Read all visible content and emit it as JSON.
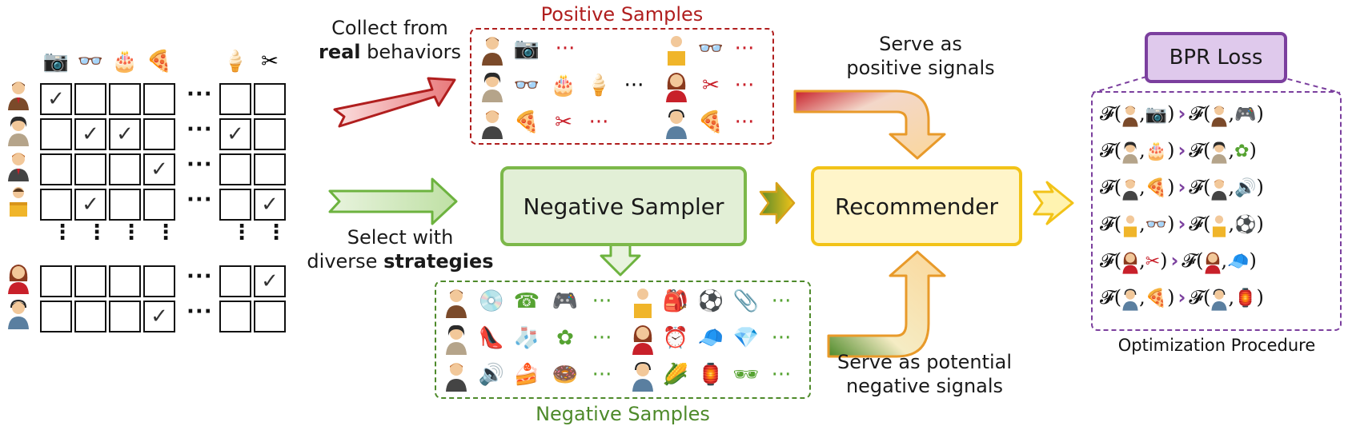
{
  "labels": {
    "collect_line1": "Collect from",
    "collect_bold": "real",
    "collect_line2_rest": " behaviors",
    "select_line1": "Select with",
    "select_line2_pre": "diverse ",
    "select_bold": "strategies",
    "positive_samples": "Positive Samples",
    "negative_samples": "Negative Samples",
    "negative_sampler": "Negative Sampler",
    "recommender": "Recommender",
    "serve_positive_1": "Serve as",
    "serve_positive_2": "positive signals",
    "serve_negative_1": "Serve as potential",
    "serve_negative_2": "negative signals",
    "bpr_loss": "BPR Loss",
    "optimization": "Optimization Procedure",
    "ellipsis": "···",
    "vdots": "⋮",
    "check": "✓",
    "func": "𝓕(",
    "comma": ",",
    "close": ")",
    "gt": "›"
  },
  "header_icons": [
    "camera-icon",
    "glasses-icon",
    "cake-icon",
    "pizza-icon",
    "ice-cream-icon",
    "scissors-icon"
  ],
  "header_glyphs": [
    "📷",
    "👓",
    "🎂",
    "🍕",
    "🍦",
    "✂"
  ],
  "colors": {
    "red": "#c8202a",
    "dark_red": "#b01e1e",
    "green": "#56a332",
    "dark_green": "#4e8a2a",
    "yellow": "#f2c318",
    "purple": "#7b3f9e"
  },
  "matrix_checks": [
    [
      1,
      0,
      0,
      0,
      0,
      0
    ],
    [
      0,
      1,
      1,
      0,
      1,
      0
    ],
    [
      0,
      0,
      0,
      1,
      0,
      0
    ],
    [
      0,
      1,
      0,
      0,
      0,
      1
    ],
    [
      0,
      0,
      0,
      0,
      0,
      1
    ],
    [
      0,
      0,
      0,
      1,
      0,
      0
    ]
  ],
  "positive_items": {
    "row1_left": [
      "📷",
      "···"
    ],
    "row1_right": [
      "👓",
      "···"
    ],
    "row2_left": [
      "👓",
      "🎂",
      "🍦",
      "···"
    ],
    "row2_right": [
      "✂",
      "···"
    ],
    "row3_left": [
      "🍕",
      "✂",
      "···"
    ],
    "row3_right": [
      "🍕",
      "···"
    ]
  },
  "negative_items": {
    "row1_left": [
      "💿",
      "☎",
      "🎮",
      "···"
    ],
    "row1_right": [
      "🎒",
      "⚽",
      "📎",
      "···"
    ],
    "row2_left": [
      "👠",
      "🧦",
      "✿",
      "···"
    ],
    "row2_right": [
      "⏰",
      "🧢",
      "💎",
      "···"
    ],
    "row3_left": [
      "🔊",
      "🍰",
      "🍩",
      "···"
    ],
    "row3_right": [
      "🌽",
      "🏮",
      "🕶",
      "···"
    ]
  },
  "bpr_pairs": [
    {
      "pos": "📷",
      "neg": "🎮"
    },
    {
      "pos": "🎂",
      "neg": "✿"
    },
    {
      "pos": "🍕",
      "neg": "🔊"
    },
    {
      "pos": "👓",
      "neg": "⚽"
    },
    {
      "pos": "✂",
      "neg": "🧢"
    },
    {
      "pos": "🍕",
      "neg": "🏮"
    }
  ]
}
